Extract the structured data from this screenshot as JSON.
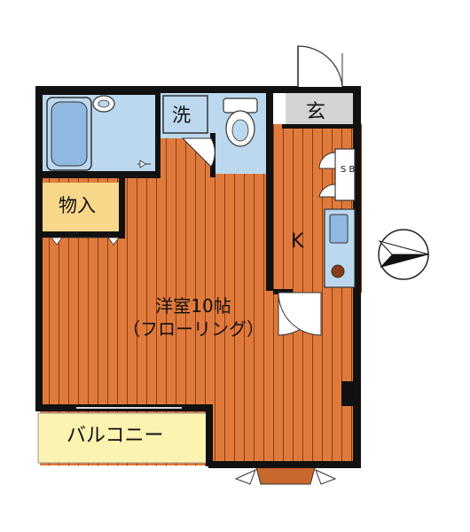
{
  "rooms": {
    "genkan": "玄",
    "sentaku": "洗",
    "monoire": "物入",
    "kitchen": "K",
    "youshitsu": "洋室10帖",
    "flooring": "（フローリング）",
    "balcony": "バルコニー",
    "shoebox": "S B"
  },
  "colors": {
    "floor": "#e07a3c",
    "floor_stripe": "#8c3e14",
    "wet_area": "#bcd8ee",
    "storage": "#f8d78a",
    "balcony": "#fbf3b0",
    "entrance": "#d4d4d4",
    "wall": "#111111",
    "bay": "#c8682e"
  },
  "icons": {
    "compass": "north-arrow-icon",
    "bathtub": "bathtub-icon",
    "toilet": "toilet-icon",
    "washer": "washer-icon",
    "sink": "kitchen-sink-icon",
    "stove": "stove-icon"
  }
}
